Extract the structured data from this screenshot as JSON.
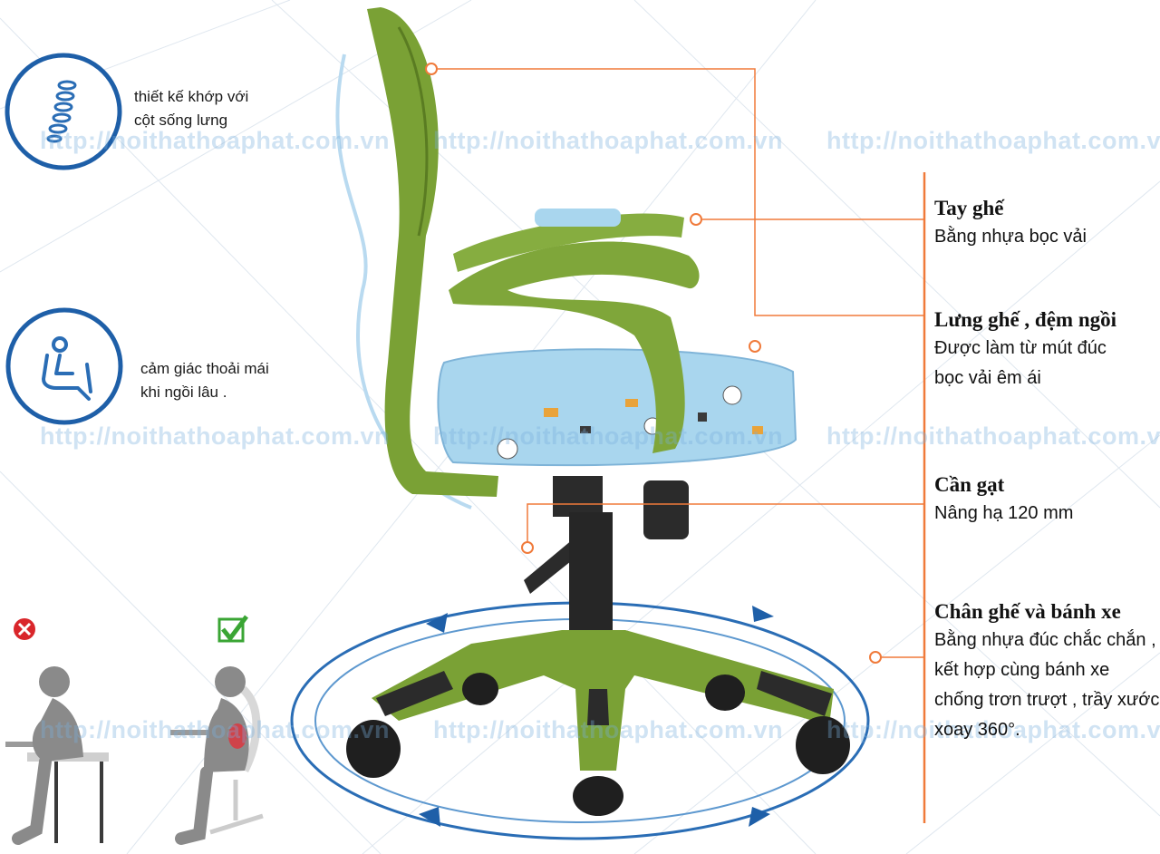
{
  "watermark": "http://noithathoaphat.com.vn",
  "colors": {
    "accent": "#f07a3a",
    "ring": "#1e5fa8",
    "chair": "#7ea53a",
    "cushion": "#a9d6ee",
    "wrong": "#d9262b",
    "right": "#3aa534"
  },
  "features": [
    {
      "icon": "spine-icon",
      "lines": [
        "thiết kế khớp với",
        "cột sống lưng"
      ]
    },
    {
      "icon": "seated-person-icon",
      "lines": [
        "cảm giác thoải mái",
        "khi ngồi lâu ."
      ]
    }
  ],
  "specs": [
    {
      "title": "Tay ghế",
      "lines": [
        "Bằng nhựa bọc vải"
      ]
    },
    {
      "title": "Lưng ghế , đệm ngồi",
      "lines": [
        "Được làm từ mút đúc",
        "bọc vải êm ái"
      ]
    },
    {
      "title": "Cần gạt",
      "lines": [
        "Nâng hạ 120 mm"
      ]
    },
    {
      "title": "Chân ghế và bánh xe",
      "lines": [
        "Bằng nhựa đúc chắc chắn ,",
        "kết hợp cùng bánh xe",
        "chống trơn trượt , trầy xước ,",
        "xoay 360°."
      ]
    }
  ],
  "posture": [
    {
      "icon": "wrong-posture-icon"
    },
    {
      "icon": "correct-posture-icon"
    }
  ]
}
